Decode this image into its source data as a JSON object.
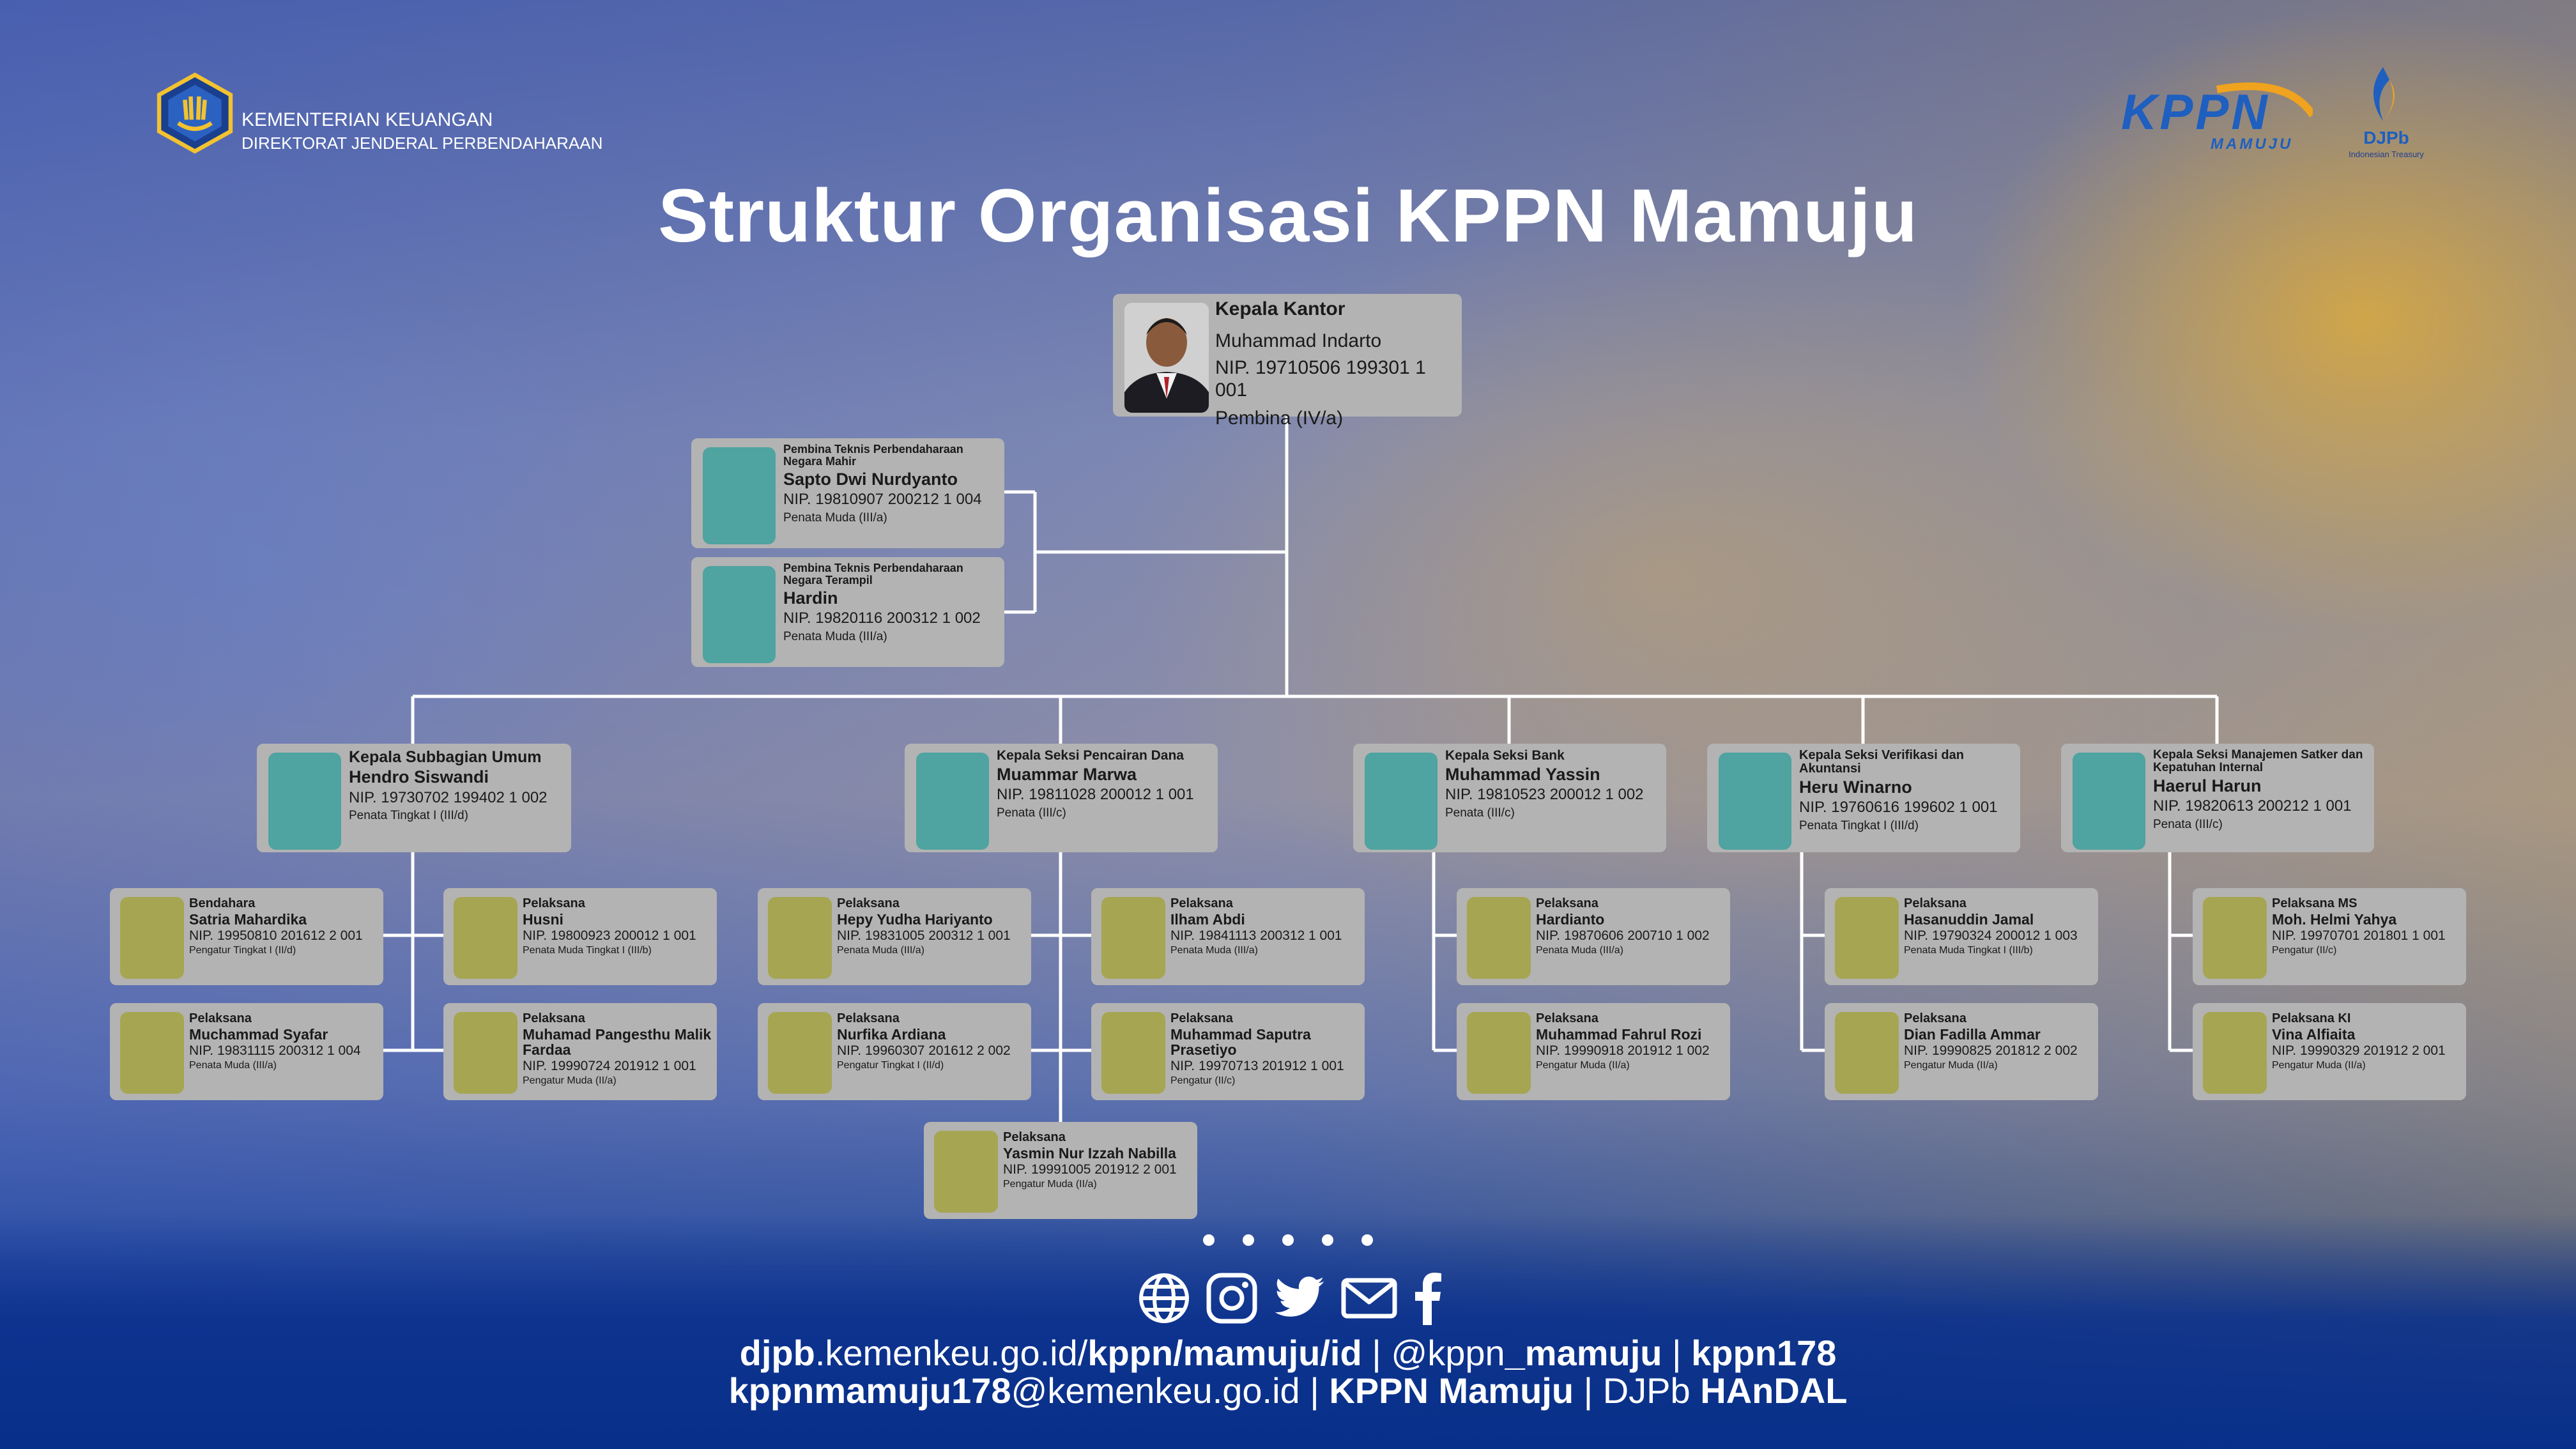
{
  "header": {
    "ministry_line1": "KEMENTERIAN KEUANGAN",
    "ministry_line2": "DIREKTORAT JENDERAL PERBENDAHARAAN",
    "kppn_logo_text": "KPPN",
    "kppn_logo_sub": "MAMUJU",
    "djpb_logo_text": "DJPb",
    "djpb_logo_sub": "Indonesian Treasury"
  },
  "title": "Struktur Organisasi KPPN Mamuju",
  "head": {
    "role": "Kepala Kantor",
    "name": "Muhammad Indarto",
    "nip": "NIP. 19710506 199301 1 001",
    "rank": "Pembina (IV/a)"
  },
  "technical": [
    {
      "role": "Pembina Teknis Perbendaharaan Negara Mahir",
      "name": "Sapto Dwi Nurdyanto",
      "nip": "NIP. 19810907 200212 1 004",
      "rank": "Penata Muda (III/a)"
    },
    {
      "role": "Pembina Teknis Perbendaharaan Negara Terampil",
      "name": "Hardin",
      "nip": "NIP. 19820116 200312 1 002",
      "rank": "Penata Muda (III/a)"
    }
  ],
  "sections": [
    {
      "role": "Kepala Subbagian Umum",
      "name": "Hendro Siswandi",
      "nip": "NIP. 19730702 199402 1 002",
      "rank": "Penata Tingkat I (III/d)"
    },
    {
      "role": "Kepala Seksi Pencairan Dana",
      "name": "Muammar Marwa",
      "nip": "NIP. 19811028 200012 1 001",
      "rank": "Penata (III/c)"
    },
    {
      "role": "Kepala Seksi Bank",
      "name": "Muhammad Yassin",
      "nip": "NIP. 19810523 200012 1 002",
      "rank": "Penata (III/c)"
    },
    {
      "role": "Kepala Seksi Verifikasi dan Akuntansi",
      "name": "Heru Winarno",
      "nip": "NIP. 19760616 199602 1 001",
      "rank": "Penata Tingkat I (III/d)"
    },
    {
      "role": "Kepala Seksi Manajemen Satker dan Kepatuhan Internal",
      "name": "Haerul Harun",
      "nip": "NIP. 19820613 200212 1 001",
      "rank": "Penata (III/c)"
    }
  ],
  "staff": {
    "umum": [
      {
        "role": "Bendahara",
        "name": "Satria Mahardika",
        "nip": "NIP. 19950810 201612 2 001",
        "rank": "Pengatur Tingkat I (II/d)"
      },
      {
        "role": "Pelaksana",
        "name": "Husni",
        "nip": "NIP. 19800923 200012 1 001",
        "rank": "Penata Muda Tingkat I (III/b)"
      },
      {
        "role": "Pelaksana",
        "name": "Muchammad Syafar",
        "nip": "NIP. 19831115 200312 1 004",
        "rank": "Penata Muda (III/a)"
      },
      {
        "role": "Pelaksana",
        "name": "Muhamad Pangesthu Malik Fardaa",
        "nip": "NIP. 19990724 201912 1 001",
        "rank": "Pengatur Muda (II/a)"
      }
    ],
    "pencairan": [
      {
        "role": "Pelaksana",
        "name": "Hepy Yudha Hariyanto",
        "nip": "NIP. 19831005 200312 1 001",
        "rank": "Penata Muda (III/a)"
      },
      {
        "role": "Pelaksana",
        "name": "Ilham Abdi",
        "nip": "NIP. 19841113 200312 1 001",
        "rank": "Penata Muda (III/a)"
      },
      {
        "role": "Pelaksana",
        "name": "Nurfika Ardiana",
        "nip": "NIP. 19960307 201612 2 002",
        "rank": "Pengatur Tingkat I (II/d)"
      },
      {
        "role": "Pelaksana",
        "name": "Muhammad Saputra Prasetiyo",
        "nip": "NIP. 19970713 201912 1 001",
        "rank": "Pengatur (II/c)"
      },
      {
        "role": "Pelaksana",
        "name": "Yasmin Nur Izzah Nabilla",
        "nip": "NIP. 19991005 201912 2 001",
        "rank": "Pengatur Muda (II/a)"
      }
    ],
    "bank": [
      {
        "role": "Pelaksana",
        "name": "Hardianto",
        "nip": "NIP. 19870606 200710 1 002",
        "rank": "Penata Muda (III/a)"
      },
      {
        "role": "Pelaksana",
        "name": "Muhammad Fahrul Rozi",
        "nip": "NIP. 19990918 201912 1 002",
        "rank": "Pengatur Muda (II/a)"
      }
    ],
    "vera": [
      {
        "role": "Pelaksana",
        "name": "Hasanuddin Jamal",
        "nip": "NIP. 19790324 200012 1 003",
        "rank": "Penata Muda Tingkat I (III/b)"
      },
      {
        "role": "Pelaksana",
        "name": "Dian Fadilla Ammar",
        "nip": "NIP. 19990825 201812 2 002",
        "rank": "Pengatur Muda (II/a)"
      }
    ],
    "mski": [
      {
        "role": "Pelaksana MS",
        "name": "Moh. Helmi Yahya",
        "nip": "NIP. 19970701 201801 1 001",
        "rank": "Pengatur (II/c)"
      },
      {
        "role": "Pelaksana KI",
        "name": "Vina Alfiaita",
        "nip": "NIP. 19990329 201912 2 001",
        "rank": "Pengatur Muda (II/a)"
      }
    ]
  },
  "footer": {
    "url_bold": "djpb",
    "url_mid": ".kemenkeu.go.id/",
    "url_path": "kppn/mamuju/id",
    "sep": " | ",
    "handle_at": "@kppn",
    "handle_rest": "_mamuju",
    "code": "kppn178",
    "email_user": "kppnmamuju178",
    "email_domain": "@kemenkeu.go.id",
    "name": "KPPN Mamuju",
    "djpb": "DJPb ",
    "handal": "HAnDAL"
  },
  "icons": [
    "globe-icon",
    "instagram-icon",
    "twitter-icon",
    "mail-icon",
    "facebook-icon"
  ],
  "colors": {
    "section_photo": "#4fa3a0",
    "staff_photo": "#a6a552",
    "card_bg": "#b3b3b3",
    "lines": "#ffffff",
    "kppn_blue": "#1e5fbf",
    "kppn_orange": "#f0a31e"
  }
}
